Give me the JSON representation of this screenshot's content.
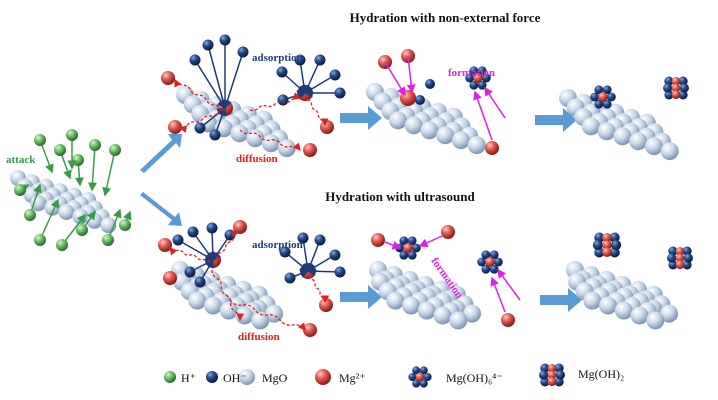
{
  "titles": {
    "top": "Hydration with non-external force",
    "bottom": "Hydration with ultrasound"
  },
  "labels": {
    "attack": "attack",
    "adsorption_top": "adsorption",
    "diffusion_top": "diffusion",
    "formation_top": "formation",
    "adsorption_bottom": "adsorption",
    "diffusion_bottom": "diffusion",
    "formation_bottom": "formation"
  },
  "legend": {
    "h": "H⁺",
    "oh": "OH⁻",
    "mgo": "MgO",
    "mg": "Mg²⁺",
    "mgoh6": "Mg(OH)₆⁴⁻",
    "mgoh2": "Mg(OH)₂"
  },
  "colors": {
    "attack": "#3a9a4a",
    "adsorption": "#1e3a78",
    "diffusion": "#e02020",
    "formation": "#e020e0",
    "process_arrow": "#5b9bd5"
  }
}
